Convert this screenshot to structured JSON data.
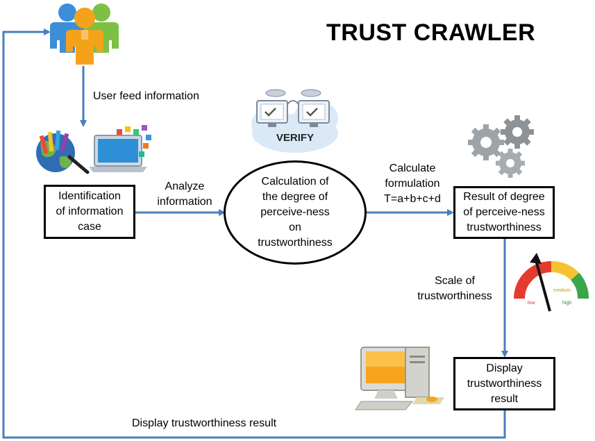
{
  "title": "TRUST CRAWLER",
  "nodes": {
    "identification": "Identification\nof information\ncase",
    "calculation": "Calculation of\nthe degree of\nperceive-ness\non\ntrustworthiness",
    "result": "Result of degree\nof perceive-ness\ntrustworthiness",
    "display": "Display\ntrustworthiness\nresult"
  },
  "edges": {
    "user_feed": "User feed information",
    "analyze": "Analyze\ninformation",
    "calculate": "Calculate\nformulation\nT=a+b+c+d",
    "scale": "Scale of\ntrustworthiness",
    "display_result": "Display trustworthiness result"
  },
  "icons": {
    "verify_label": "VERIFY",
    "gauge_low": "low",
    "gauge_medium": "medium",
    "gauge_high": "high"
  },
  "colors": {
    "arrow": "#4a7ebb",
    "user_blue": "#3b8fd9",
    "user_orange": "#f5a21b",
    "user_green": "#7cc143"
  }
}
